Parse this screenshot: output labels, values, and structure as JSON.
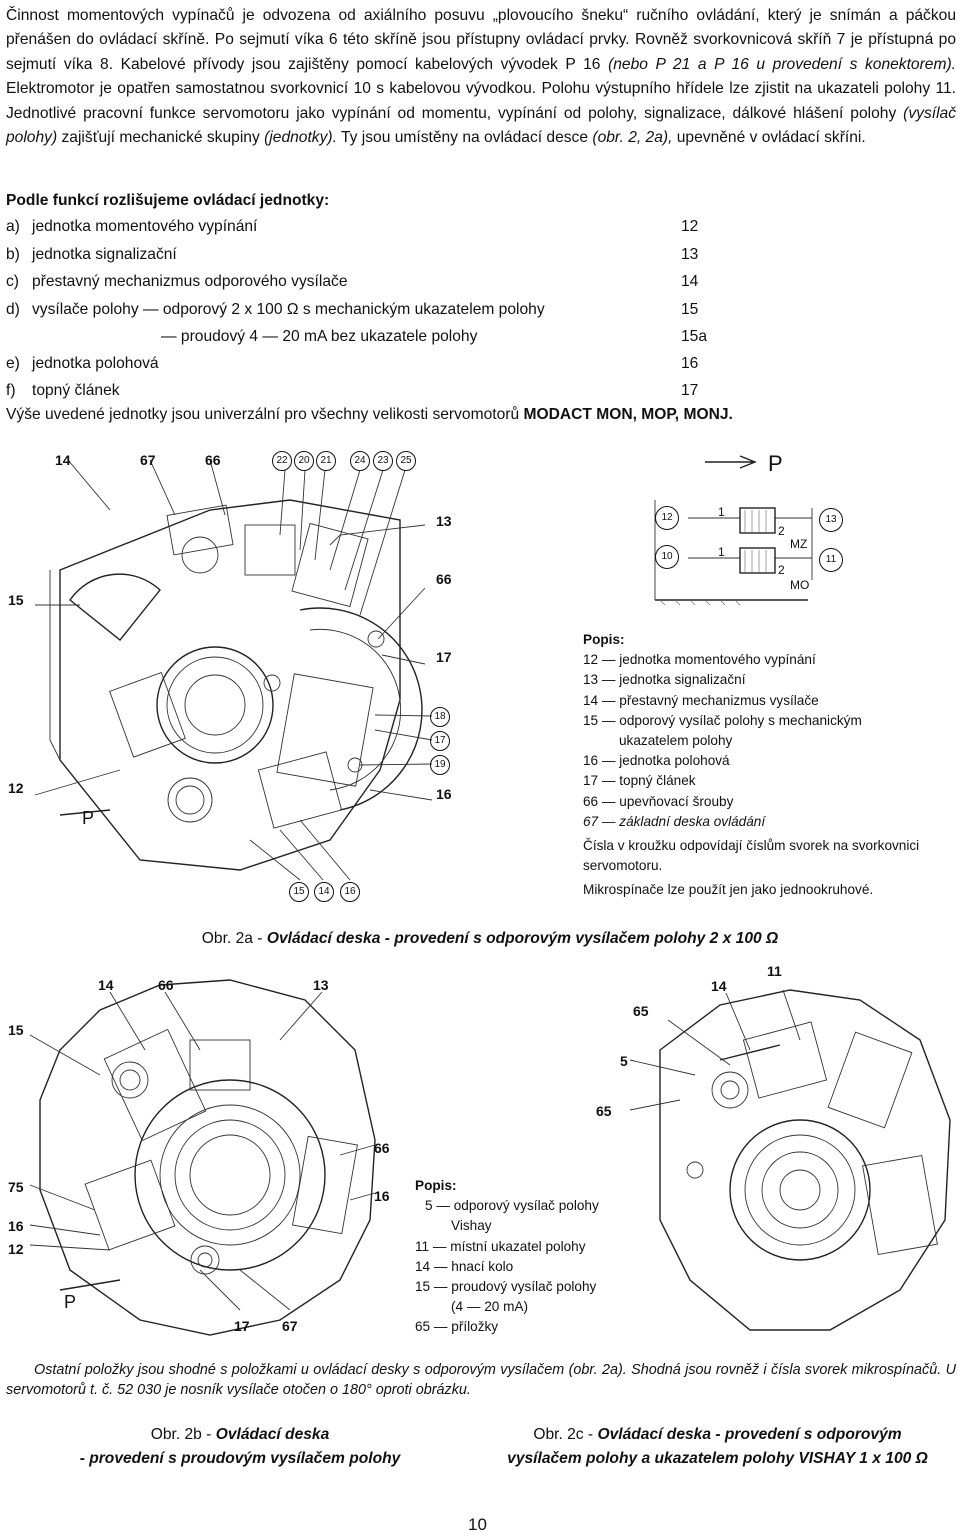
{
  "intro": {
    "p1": "Činnost momentových vypínačů je odvozena od axiálního posuvu „plovoucího šneku“ ručního ovládání, který je snímán a páčkou přenášen do ovládací skříně. Po sejmutí víka 6 této skříně jsou přístupny ovládací prvky. Rovněž svorkovnicová skříň 7 je přístupná po sejmutí víka 8. Kabelové přívody jsou zajištěny pomocí kabelových vývodek P 16",
    "p2_italic": "(nebo P 21 a P 16 u provedení s konektorem).",
    "p3": "Elektromotor je opatřen samostatnou svorkovnicí 10 s kabelovou vývodkou. Polohu výstupního hřídele lze zjistit na ukazateli polohy 11. Jednotlivé pracovní funkce servomotoru jako vypínání od momentu, vypínání od polohy, signalizace, dálkové hlášení polohy",
    "p4_italic": "(vysílač polohy)",
    "p5": "zajišťují mechanické skupiny",
    "p6_italic": "(jednotky).",
    "p7": "Ty jsou umístěny na ovládací desce",
    "p8_italic": "(obr. 2, 2a),",
    "p9": "upevněné v ovládací skříni."
  },
  "units": {
    "heading": "Podle funkcí rozlišujeme ovládací jednotky:",
    "items": [
      {
        "letter": "a)",
        "text": "jednotka momentového vypínání",
        "num": "12"
      },
      {
        "letter": "b)",
        "text": "jednotka signalizační",
        "num": "13"
      },
      {
        "letter": "c)",
        "text": "přestavný mechanizmus odporového vysílače",
        "num": "14"
      },
      {
        "letter": "d)",
        "text": "vysílače polohy — odporový 2 x 100 Ω s mechanickým ukazatelem polohy",
        "num": "15"
      },
      {
        "letter": "",
        "text": "— proudový 4 — 20 mA bez ukazatele polohy",
        "num": "15a"
      },
      {
        "letter": "e)",
        "text": "jednotka polohová",
        "num": "16"
      },
      {
        "letter": "f)",
        "text": "topný článek",
        "num": "17"
      }
    ],
    "summary_text": "Výše uvedené jednotky jsou univerzální pro všechny velikosti servomotorů",
    "summary_bold": "MODACT MON, MOP, MONJ."
  },
  "fig2a": {
    "top_labels": [
      "14",
      "67",
      "66"
    ],
    "top_circled": [
      "22",
      "20",
      "21",
      "24",
      "23",
      "25"
    ],
    "side_labels": [
      "13",
      "66",
      "15",
      "17",
      "12",
      "16"
    ],
    "side_circled": [
      "18",
      "17",
      "19"
    ],
    "bottom_circled": [
      "15",
      "14",
      "16"
    ],
    "schema_circled": [
      "12",
      "13",
      "10",
      "11"
    ],
    "schema_text": [
      "1",
      "2",
      "MZ",
      "1",
      "2",
      "MO"
    ],
    "arrow_label": "P",
    "legend": {
      "title": "Popis:",
      "items": [
        "12 — jednotka momentového vypínání",
        "13 — jednotka signalizační",
        "14 — přestavný mechanizmus vysílače",
        "15 — odporový vysílač polohy s mechanickým",
        "ukazatelem polohy",
        "16 — jednotka polohová",
        "17 — topný článek",
        "66 — upevňovací šrouby",
        "67 — základní deska ovládání"
      ],
      "note1": "Čísla v kroužku odpovídají číslům svorek na svorkovnici servomotoru.",
      "note2": "Mikrospínače lze použít jen jako jednookruhové."
    },
    "caption_prefix": "Obr. 2a - ",
    "caption_title": "Ovládací deska - provedení s odporovým vysílačem polohy 2 x 100 Ω"
  },
  "fig2b": {
    "labels": [
      "14",
      "66",
      "13",
      "15",
      "66",
      "75",
      "16",
      "16",
      "12",
      "17",
      "67"
    ],
    "arrow_label": "P",
    "caption_prefix": "Obr. 2b - ",
    "caption_title": "Ovládací deska",
    "caption_line2": "- provedení s proudovým vysílačem polohy"
  },
  "fig2c": {
    "labels": [
      "11",
      "14",
      "65",
      "5",
      "65"
    ],
    "legend": {
      "title": "Popis:",
      "items": [
        "5 — odporový vysílač polohy",
        "Vishay",
        "11 — místní ukazatel polohy",
        "14 — hnací kolo",
        "15 — proudový vysílač polohy",
        "(4 — 20 mA)",
        "65 — příložky"
      ]
    },
    "caption_prefix": "Obr. 2c - ",
    "caption_title": "Ovládací deska - provedení s odporovým",
    "caption_line2": "vysílačem polohy a ukazatelem polohy VISHAY 1 x 100 Ω"
  },
  "footnote": "Ostatní položky jsou shodné s položkami u ovládací desky s odporovým vysílačem (obr. 2a). Shodná jsou rovněž i čísla svorek mikrospínačů. U servomotorů t. č. 52 030 je nosník vysílače otočen o 180° oproti obrázku.",
  "page_number": "10"
}
